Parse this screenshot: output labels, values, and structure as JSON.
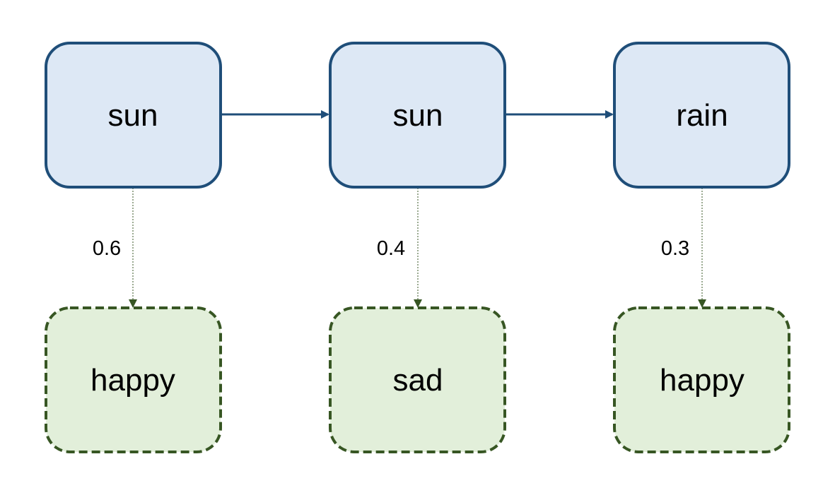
{
  "colors": {
    "hidden_fill": "#dde8f5",
    "hidden_stroke": "#1f4e79",
    "observed_fill": "#e2efda",
    "observed_stroke": "#375623",
    "transition_arrow": "#1f4e79",
    "emission_arrow": "#375623"
  },
  "hidden_states": [
    {
      "label": "sun"
    },
    {
      "label": "sun"
    },
    {
      "label": "rain"
    }
  ],
  "observations": [
    {
      "label": "happy"
    },
    {
      "label": "sad"
    },
    {
      "label": "happy"
    }
  ],
  "emission_probabilities": [
    "0.6",
    "0.4",
    "0.3"
  ]
}
